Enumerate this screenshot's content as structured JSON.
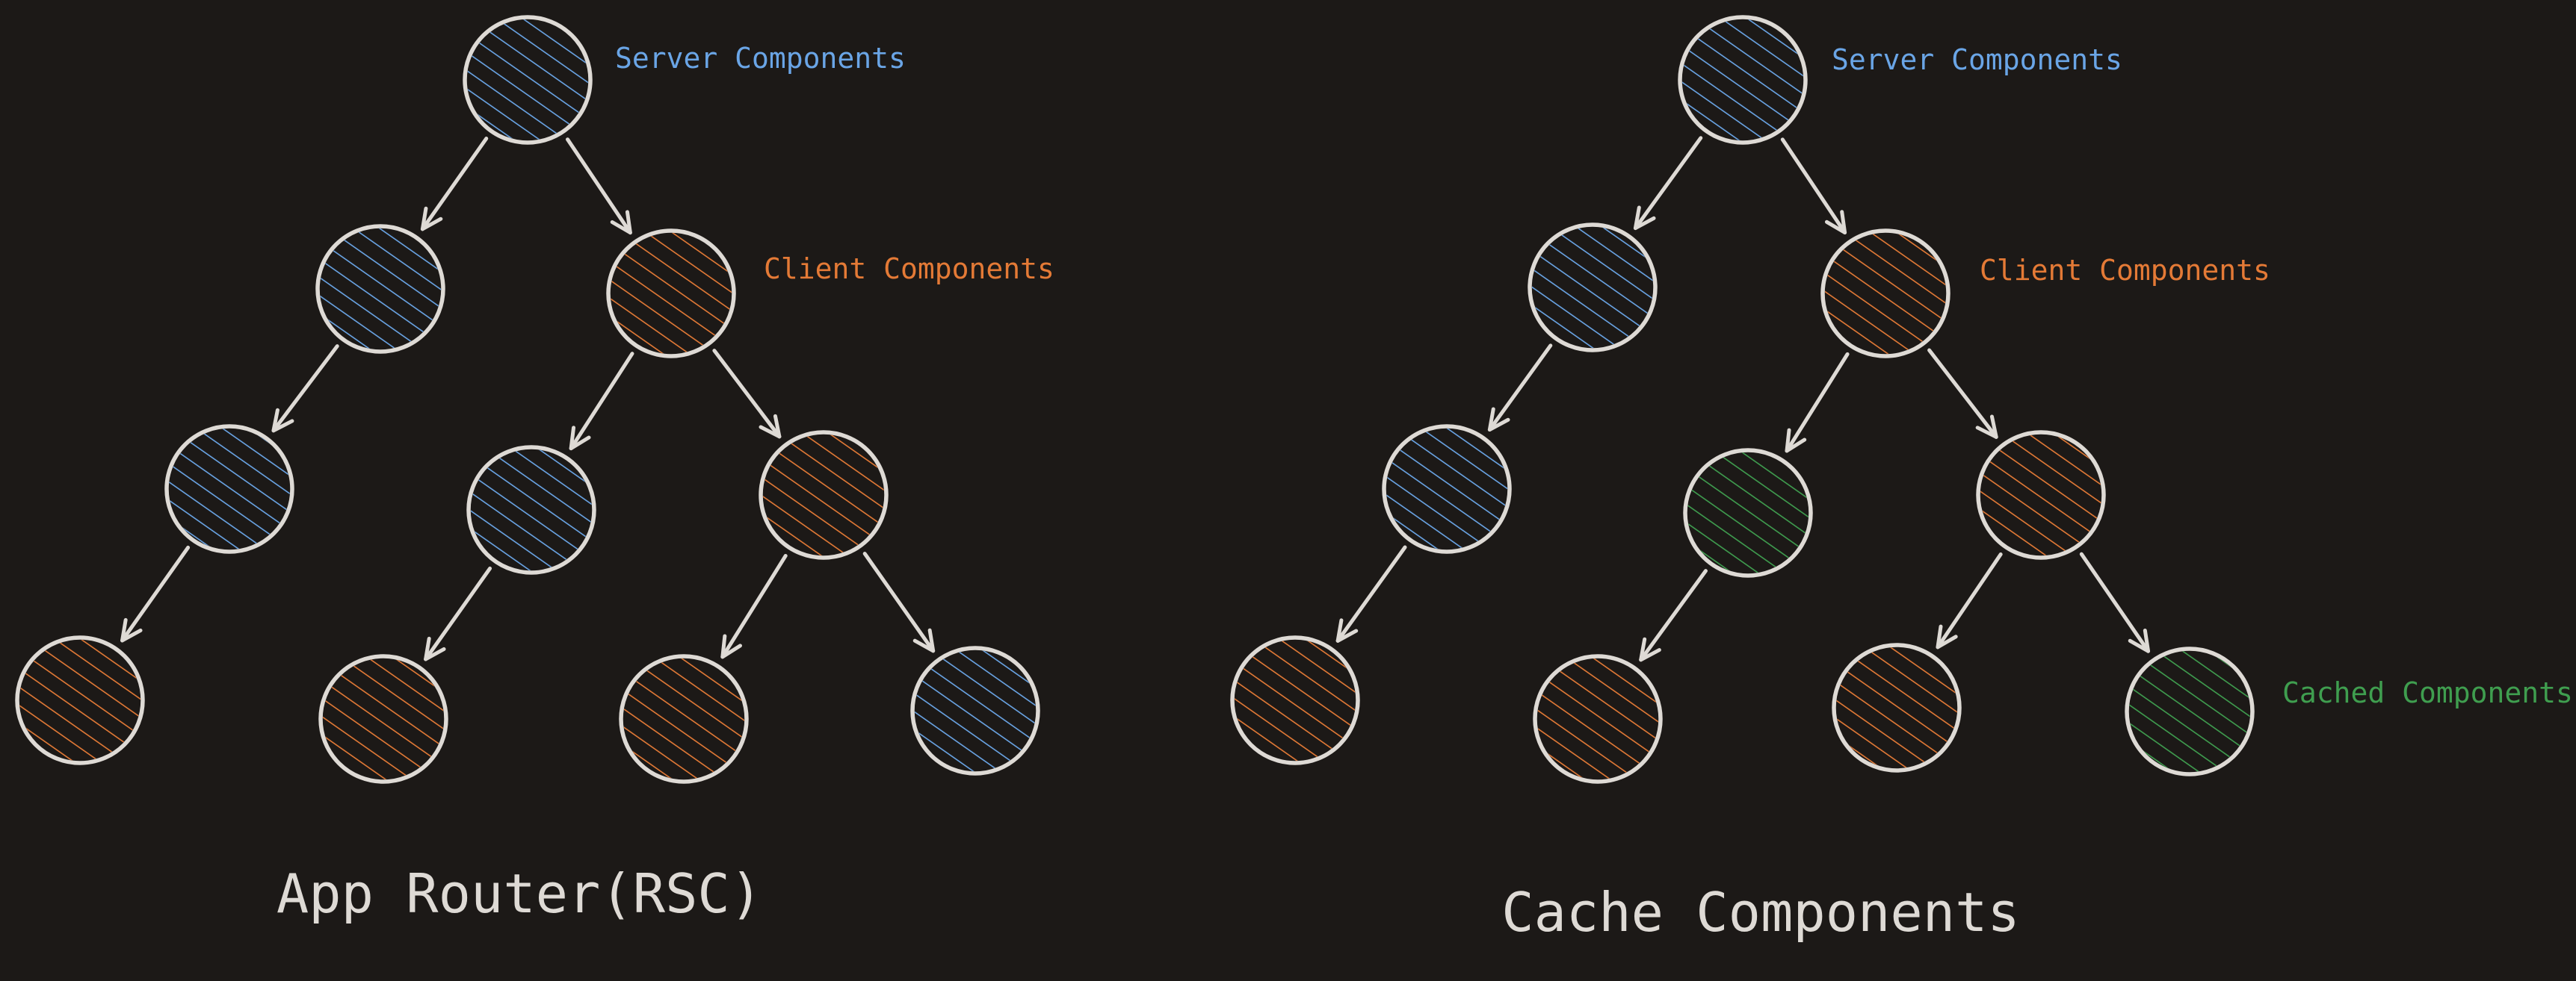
{
  "colors": {
    "background": "#1c1917",
    "outline": "#dedad5",
    "server": "#6aa5e6",
    "client": "#e47a36",
    "cached": "#3f9e4f",
    "title": "#dedad5"
  },
  "diagrams": [
    {
      "title": "App Router(RSC)",
      "legend": [
        {
          "kind": "server",
          "text": "Server Components"
        },
        {
          "kind": "client",
          "text": "Client Components"
        }
      ],
      "nodes": [
        {
          "id": "a1",
          "kind": "server"
        },
        {
          "id": "a2",
          "kind": "server"
        },
        {
          "id": "a3",
          "kind": "client"
        },
        {
          "id": "a4",
          "kind": "server"
        },
        {
          "id": "a5",
          "kind": "server"
        },
        {
          "id": "a6",
          "kind": "client"
        },
        {
          "id": "a7",
          "kind": "client"
        },
        {
          "id": "a8",
          "kind": "client"
        },
        {
          "id": "a9",
          "kind": "client"
        },
        {
          "id": "a10",
          "kind": "server"
        }
      ],
      "edges": [
        [
          "a1",
          "a2"
        ],
        [
          "a1",
          "a3"
        ],
        [
          "a2",
          "a4"
        ],
        [
          "a3",
          "a5"
        ],
        [
          "a3",
          "a6"
        ],
        [
          "a4",
          "a7"
        ],
        [
          "a5",
          "a8"
        ],
        [
          "a6",
          "a9"
        ],
        [
          "a6",
          "a10"
        ]
      ]
    },
    {
      "title": "Cache Components",
      "legend": [
        {
          "kind": "server",
          "text": "Server Components"
        },
        {
          "kind": "client",
          "text": "Client Components"
        },
        {
          "kind": "cached",
          "text": "Cached Components"
        }
      ],
      "nodes": [
        {
          "id": "b1",
          "kind": "server"
        },
        {
          "id": "b2",
          "kind": "server"
        },
        {
          "id": "b3",
          "kind": "client"
        },
        {
          "id": "b4",
          "kind": "server"
        },
        {
          "id": "b5",
          "kind": "cached"
        },
        {
          "id": "b6",
          "kind": "client"
        },
        {
          "id": "b7",
          "kind": "client"
        },
        {
          "id": "b8",
          "kind": "client"
        },
        {
          "id": "b9",
          "kind": "client"
        },
        {
          "id": "b10",
          "kind": "cached"
        }
      ],
      "edges": [
        [
          "b1",
          "b2"
        ],
        [
          "b1",
          "b3"
        ],
        [
          "b2",
          "b4"
        ],
        [
          "b3",
          "b5"
        ],
        [
          "b3",
          "b6"
        ],
        [
          "b4",
          "b7"
        ],
        [
          "b5",
          "b8"
        ],
        [
          "b6",
          "b9"
        ],
        [
          "b6",
          "b10"
        ]
      ]
    }
  ]
}
